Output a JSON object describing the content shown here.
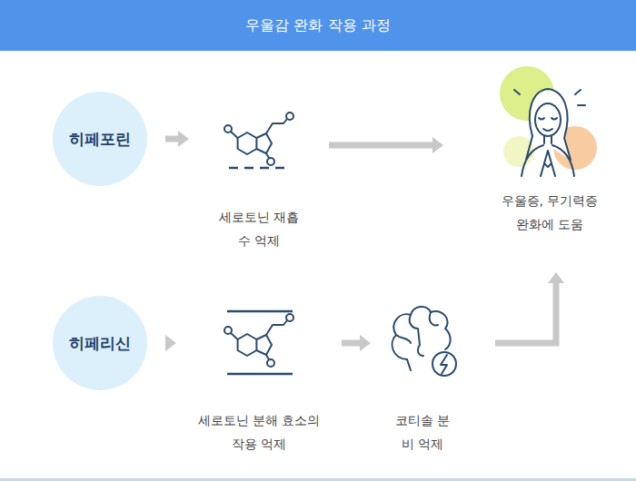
{
  "diagram": {
    "title": "우울감 완화 작용 과정",
    "nodes": [
      {
        "text": [
          "히페포린"
        ]
      },
      {
        "text": [
          "세로토닌 재흡수 억제"
        ]
      },
      {
        "text": [
          "우울증, 무기력증 완화에 도움"
        ]
      },
      {
        "text": [
          "히페리신"
        ]
      },
      {
        "text": [
          "세로토닌 분해 효소의 작용 억제"
        ]
      },
      {
        "text": [
          "코티솔 분비 억제"
        ]
      }
    ],
    "edges": [
      {
        "from": 0,
        "to": 1,
        "arrow": "to"
      },
      {
        "from": 1,
        "to": 2,
        "arrow": "to"
      },
      {
        "from": 3,
        "to": 4,
        "arrow": "to"
      },
      {
        "from": 4,
        "to": 5,
        "arrow": "to"
      },
      {
        "from": 5,
        "to": 2,
        "arrow": "to"
      }
    ]
  }
}
